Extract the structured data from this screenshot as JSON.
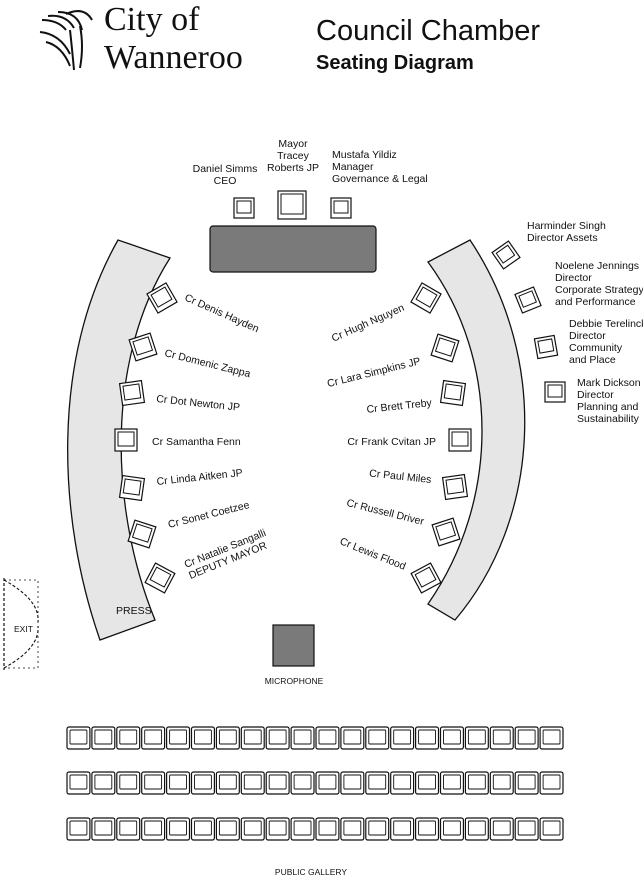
{
  "header": {
    "logo_line1": "City of",
    "logo_line2": "Wanneroo",
    "title": "Council Chamber",
    "subtitle": "Seating Diagram"
  },
  "top_table": [
    {
      "id": "ceo",
      "lines": [
        "Daniel Simms",
        "CEO"
      ]
    },
    {
      "id": "mayor",
      "lines": [
        "Mayor",
        "Tracey",
        "Roberts JP"
      ]
    },
    {
      "id": "manager",
      "lines": [
        "Mustafa Yildiz",
        "Manager",
        "Governance & Legal"
      ]
    }
  ],
  "left_councillors": [
    {
      "id": "hayden",
      "lines": [
        "Cr Denis Hayden"
      ]
    },
    {
      "id": "zappa",
      "lines": [
        "Cr Domenic Zappa"
      ]
    },
    {
      "id": "newton",
      "lines": [
        "Cr Dot Newton JP"
      ]
    },
    {
      "id": "fenn",
      "lines": [
        "Cr Samantha Fenn"
      ]
    },
    {
      "id": "aitken",
      "lines": [
        "Cr Linda Aitken JP"
      ]
    },
    {
      "id": "coetzee",
      "lines": [
        "Cr Sonet Coetzee"
      ]
    },
    {
      "id": "sangalli",
      "lines": [
        "Cr Natalie Sangalli",
        "DEPUTY MAYOR"
      ]
    }
  ],
  "right_councillors": [
    {
      "id": "nguyen",
      "lines": [
        "Cr Hugh Nguyen"
      ]
    },
    {
      "id": "simpkins",
      "lines": [
        "Cr Lara Simpkins JP"
      ]
    },
    {
      "id": "treby",
      "lines": [
        "Cr Brett Treby"
      ]
    },
    {
      "id": "cvitan",
      "lines": [
        "Cr Frank Cvitan JP"
      ]
    },
    {
      "id": "miles",
      "lines": [
        "Cr Paul Miles"
      ]
    },
    {
      "id": "driver",
      "lines": [
        "Cr Russell Driver"
      ]
    },
    {
      "id": "flood",
      "lines": [
        "Cr Lewis Flood"
      ]
    }
  ],
  "directors": [
    {
      "id": "singh",
      "lines": [
        "Harminder Singh",
        "Director  Assets"
      ]
    },
    {
      "id": "jennings",
      "lines": [
        "Noelene Jennings",
        "Director",
        "Corporate Strategy",
        "and Performance"
      ]
    },
    {
      "id": "terelinck",
      "lines": [
        "Debbie Terelinck",
        "Director",
        "Community",
        "and Place"
      ]
    },
    {
      "id": "dickson",
      "lines": [
        "Mark Dickson",
        "Director",
        "Planning and",
        "Sustainability"
      ]
    }
  ],
  "labels": {
    "press": "PRESS",
    "exit": "EXIT",
    "microphone": "MICROPHONE",
    "public_gallery": "PUBLIC GALLERY"
  },
  "gallery": {
    "rows": 3,
    "seats_per_row": 20
  },
  "colors": {
    "table_fill": "#7a7a7a",
    "desk_fill": "#e6e6e6",
    "ink": "#111111"
  }
}
